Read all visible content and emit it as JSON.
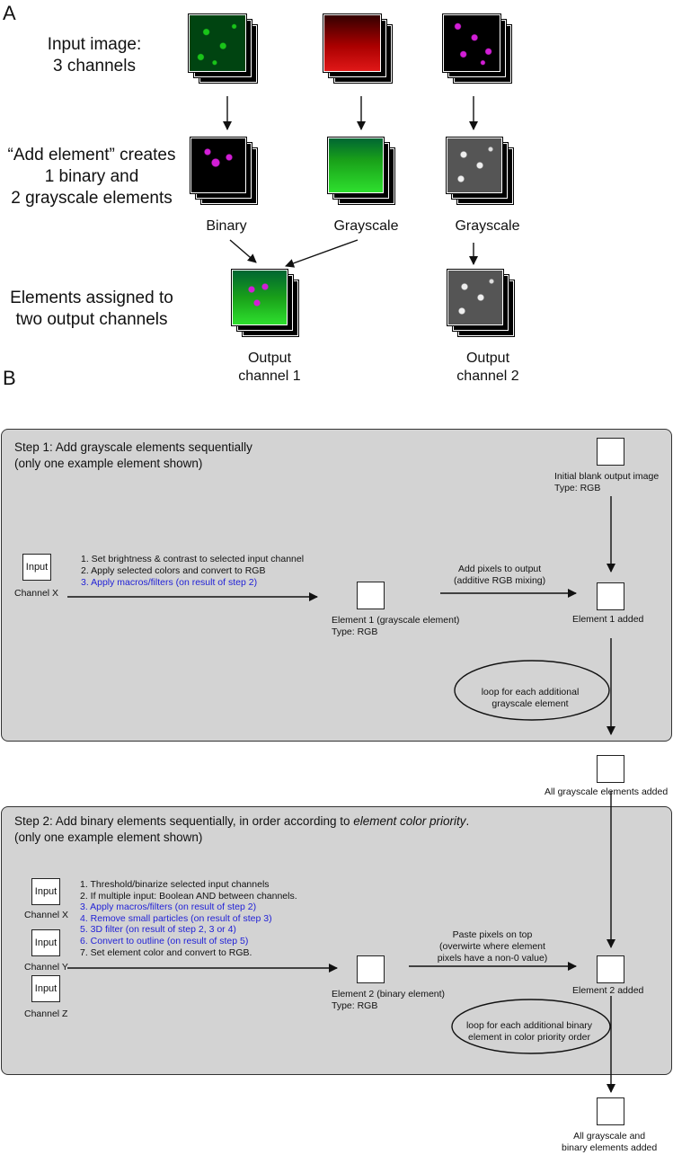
{
  "panel_a": {
    "letter": "A",
    "row1_text": [
      "Input image:",
      "3 channels"
    ],
    "row2_text": [
      "“Add element” creates",
      "1 binary and",
      "2 grayscale elements"
    ],
    "row3_text": [
      "Elements assigned to",
      "two output channels"
    ],
    "binary_label": "Binary",
    "grayscale_label_1": "Grayscale",
    "grayscale_label_2": "Grayscale",
    "output1_label": [
      "Output",
      "channel 1"
    ],
    "output2_label": [
      "Output",
      "channel 2"
    ]
  },
  "panel_b": {
    "letter": "B",
    "step1": {
      "title_line1": "Step 1: Add grayscale elements sequentially",
      "title_line2": "(only one example element shown)",
      "input_box": "Input",
      "channel_x": "Channel X",
      "instructions": [
        "1. Set brightness & contrast to selected input channel",
        "2. Apply selected colors and convert to RGB",
        "3. Apply macros/filters (on result of step 2)"
      ],
      "element_label": "Element 1 (grayscale element)",
      "element_type": "Type: RGB",
      "add_pixels_1": "Add pixels to output",
      "add_pixels_2": "(additive RGB mixing)",
      "blank_label": "Initial blank output image",
      "blank_type": "Type: RGB",
      "element_added": "Element 1 added",
      "loop_1": "loop for each additional",
      "loop_2": "grayscale element"
    },
    "all_grayscale": "All grayscale elements added",
    "step2": {
      "title_line1_a": "Step 2: Add binary elements sequentially, in order according to ",
      "title_line1_b": "element color priority",
      "title_line1_c": ".",
      "title_line2": "(only one example element shown)",
      "input_box": "Input",
      "channels": [
        "Channel X",
        "Channel Y",
        "Channel Z"
      ],
      "instructions": [
        "1. Threshold/binarize selected input channels",
        "2. If multiple input: Boolean AND between channels.",
        "3. Apply macros/filters (on result of step 2)",
        "4. Remove small particles (on result of step 3)",
        "5. 3D filter (on result of step 2, 3 or 4)",
        "6. Convert to outline (on result of step 5)",
        "7. Set element color and convert to RGB."
      ],
      "element_label": "Element 2 (binary element)",
      "element_type": "Type: RGB",
      "paste_1": "Paste pixels on top",
      "paste_2": "(overwirte where element",
      "paste_3": "pixels have a non-0 value)",
      "element_added": "Element 2 added",
      "loop_1": "loop for each additional binary",
      "loop_2": "element in color priority order"
    },
    "all_elements_1": "All grayscale and",
    "all_elements_2": "binary elements added"
  },
  "colors": {
    "green": "#19c419",
    "red": "#d41010",
    "magenta": "#d21ed6",
    "blue_text": "#1f1fd6",
    "panel_gray": "#d3d3d3"
  }
}
